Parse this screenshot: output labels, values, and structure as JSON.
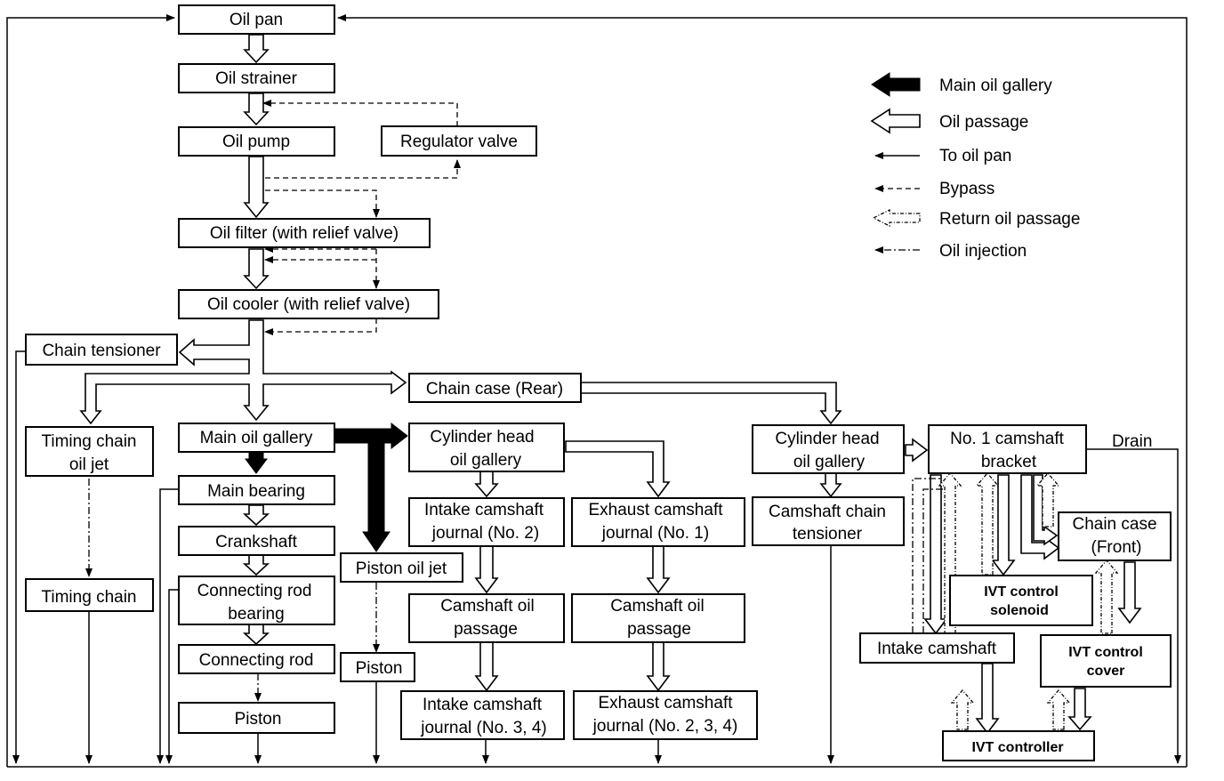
{
  "nodes": {
    "oil_pan": "Oil pan",
    "oil_strainer": "Oil strainer",
    "oil_pump": "Oil pump",
    "regulator_valve": "Regulator valve",
    "oil_filter": "Oil filter (with relief valve)",
    "oil_cooler": "Oil cooler (with relief valve)",
    "chain_tensioner": "Chain tensioner",
    "chain_case_rear": "Chain case (Rear)",
    "timing_chain_oil_jet": [
      "Timing chain",
      "oil jet"
    ],
    "main_oil_gallery": "Main oil gallery",
    "cyl_head_gallery_1": [
      "Cylinder head",
      "oil gallery"
    ],
    "cyl_head_gallery_2": [
      "Cylinder head",
      "oil gallery"
    ],
    "no1_camshaft_bracket": [
      "No. 1 camshaft",
      "bracket"
    ],
    "drain": "Drain",
    "main_bearing": "Main bearing",
    "crankshaft": "Crankshaft",
    "connecting_rod_bearing": [
      "Connecting rod",
      "bearing"
    ],
    "connecting_rod": "Connecting rod",
    "piston_1": "Piston",
    "timing_chain": "Timing chain",
    "piston_oil_jet": "Piston oil jet",
    "piston_2": "Piston",
    "intake_cam_journal_2": [
      "Intake camshaft",
      "journal (No. 2)"
    ],
    "exhaust_cam_journal_1": [
      "Exhaust camshaft",
      "journal (No. 1)"
    ],
    "cam_oil_passage_1": [
      "Camshaft oil",
      "passage"
    ],
    "cam_oil_passage_2": [
      "Camshaft oil",
      "passage"
    ],
    "intake_cam_journal_34": [
      "Intake camshaft",
      "journal (No. 3, 4)"
    ],
    "exhaust_cam_journal_234": [
      "Exhaust camshaft",
      "journal (No. 2, 3, 4)"
    ],
    "camshaft_chain_tensioner": [
      "Camshaft chain",
      "tensioner"
    ],
    "chain_case_front": [
      "Chain case",
      "(Front)"
    ],
    "ivt_control_solenoid": [
      "IVT control",
      "solenoid"
    ],
    "intake_camshaft": "Intake camshaft",
    "ivt_control_cover": [
      "IVT control",
      "cover"
    ],
    "ivt_controller": "IVT controller"
  },
  "legend": [
    {
      "label": "Main oil gallery",
      "symbol": "solid-arrow"
    },
    {
      "label": "Oil passage",
      "symbol": "hollow-arrow"
    },
    {
      "label": "To oil pan",
      "symbol": "solid-line"
    },
    {
      "label": "Bypass",
      "symbol": "dashed-line"
    },
    {
      "label": "Return oil passage",
      "symbol": "dashed-hollow-arrow"
    },
    {
      "label": "Oil injection",
      "symbol": "dash-dot-line"
    }
  ]
}
